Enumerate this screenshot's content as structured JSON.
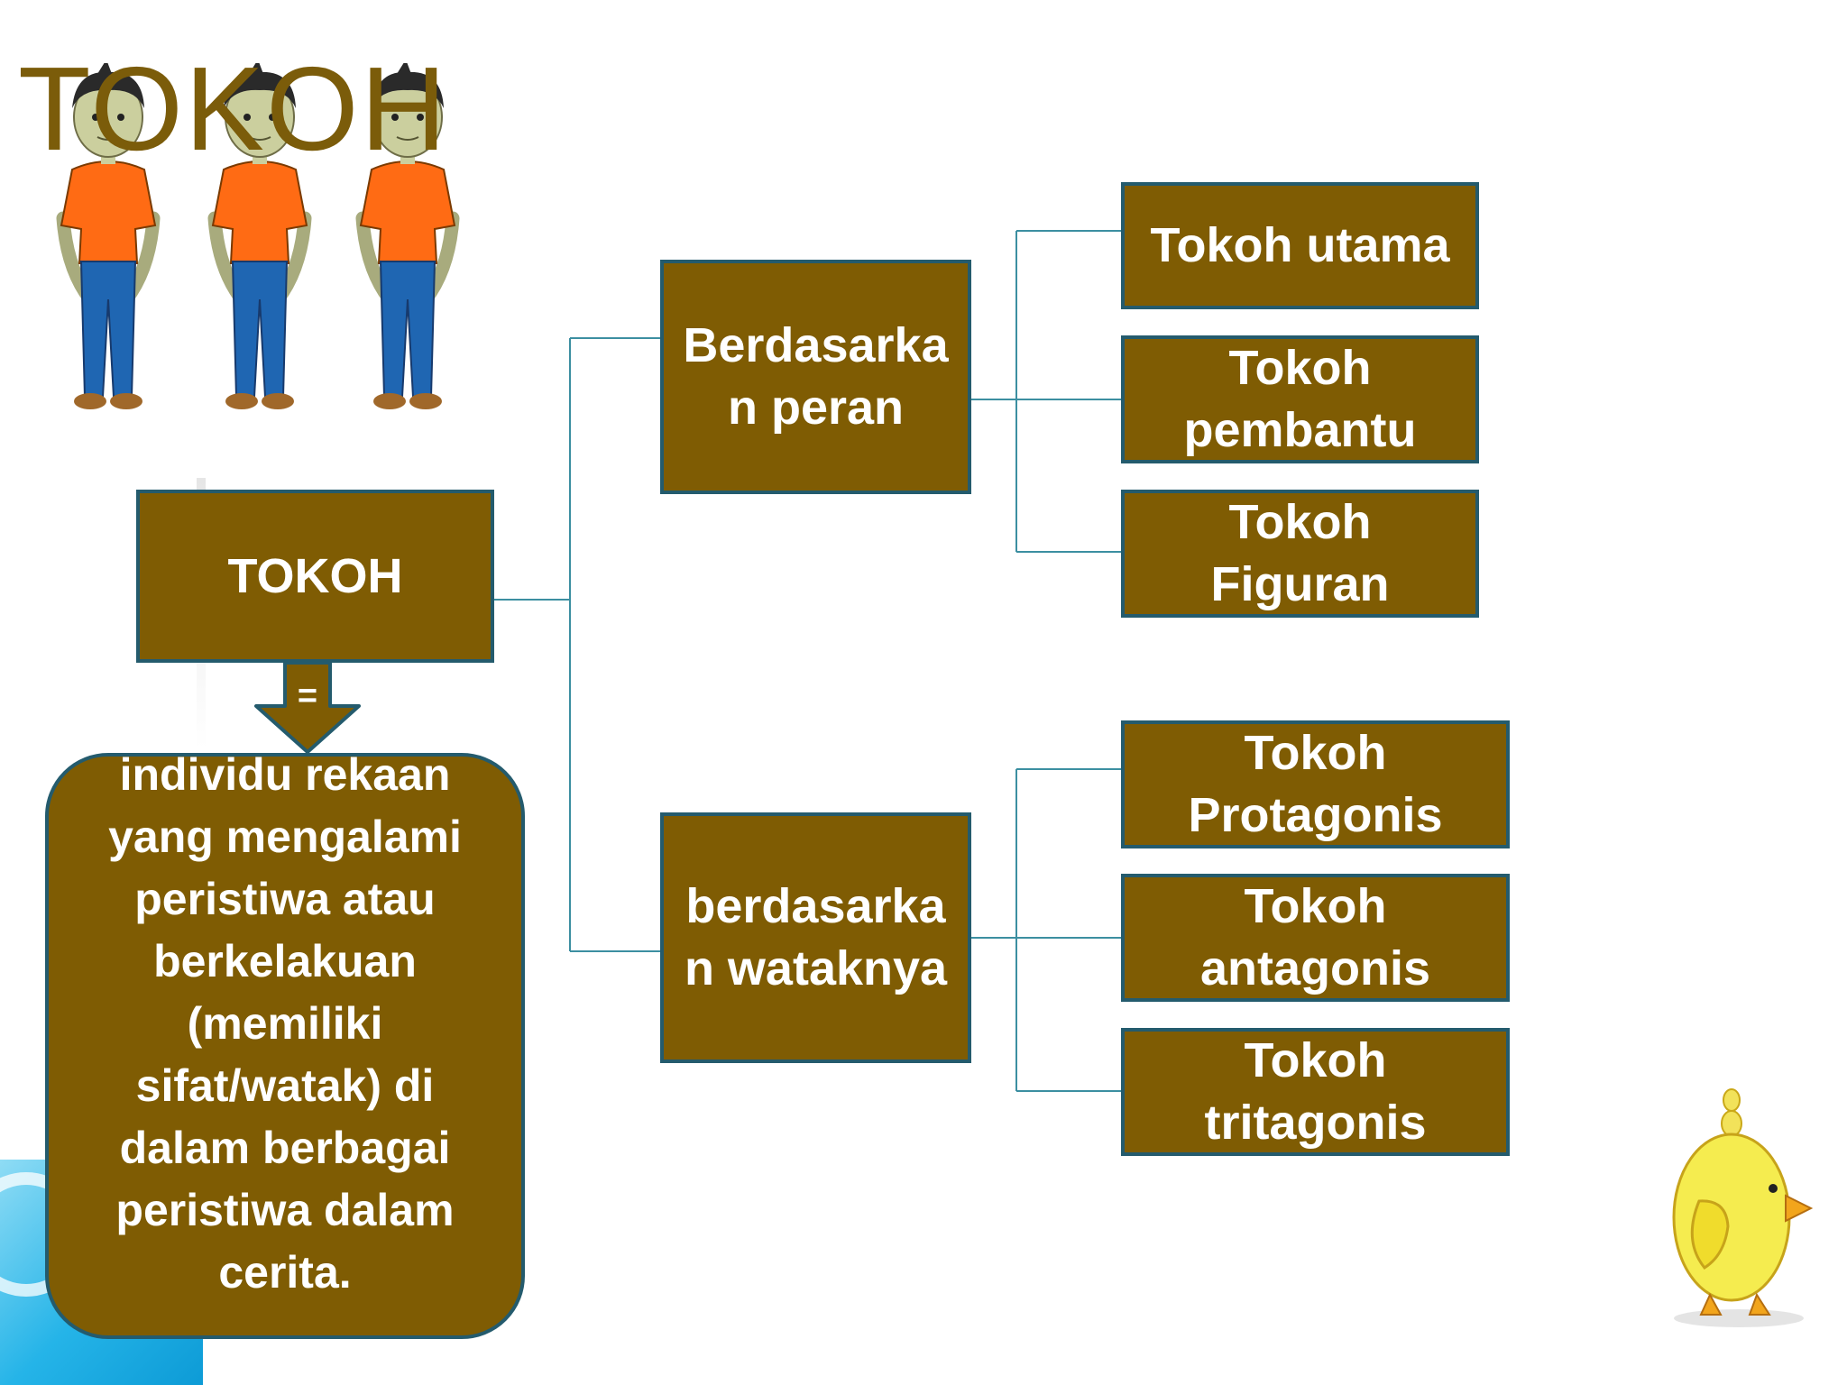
{
  "slide": {
    "title": "TOKOH",
    "root": {
      "label": "TOKOH"
    },
    "arrow_label": "=",
    "definition": "individu rekaan yang mengalami peristiwa atau berkelakuan (memiliki sifat/watak) di dalam berbagai peristiwa dalam cerita.",
    "categories": [
      {
        "label": "Berdasarkan peran",
        "items": [
          {
            "label": "Tokoh utama"
          },
          {
            "label": "Tokoh pembantu"
          },
          {
            "label": "Tokoh Figuran"
          }
        ]
      },
      {
        "label": "berdasarkan wataknya",
        "items": [
          {
            "label": "Tokoh Protagonis"
          },
          {
            "label": "Tokoh antagonis"
          },
          {
            "label": "Tokoh tritagonis"
          }
        ]
      }
    ]
  },
  "colors": {
    "box_fill": "#7f5c03",
    "box_border": "#245b6d",
    "connector": "#3c8fa1",
    "title": "#7b5c0a"
  },
  "icons": {
    "characters": "three-boys-illustration",
    "mascot": "yellow-chick-illustration"
  }
}
